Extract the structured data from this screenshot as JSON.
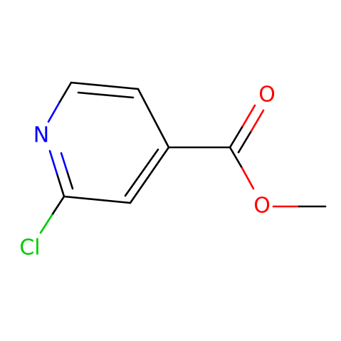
{
  "molecule": {
    "atoms": {
      "N": {
        "label": "N",
        "color": "#0000ff"
      },
      "Cl": {
        "label": "Cl",
        "color": "#00cc00"
      },
      "O_carbonyl": {
        "label": "O",
        "color": "#ff0000"
      },
      "O_ester": {
        "label": "O",
        "color": "#ff0000"
      }
    },
    "bond_color": "#000000"
  }
}
